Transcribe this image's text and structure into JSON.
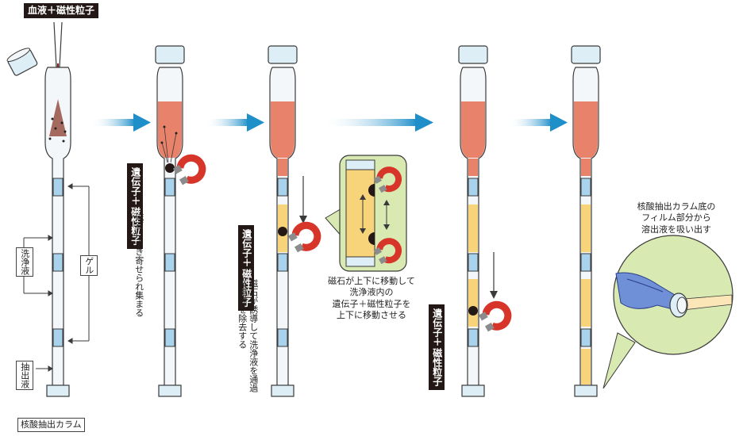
{
  "labels": {
    "title_top": "血液＋磁性粒子",
    "column_name": "核酸抽出カラム",
    "wash": "洗浄液",
    "gel": "ゲル",
    "elution": "抽出液",
    "tag_col1": "遺伝子＋",
    "tag_col2": "磁性粒子",
    "step2_caption": "磁石に引き寄せられ集まる",
    "step3_caption_1": "磁石が誘導して洗浄液を通過",
    "step3_caption_2": "夾雑物を除去する",
    "zoom_caption_1": "磁石が上下に移動して",
    "zoom_caption_2": "洗浄液内の",
    "zoom_caption_3": "遺伝子＋磁性粒子を",
    "zoom_caption_4": "上下に移動させる",
    "step5_caption_1": "核酸抽出カラム底の",
    "step5_caption_2": "フィルム部分から",
    "step5_caption_3": "溶出液を吸い出す"
  },
  "colors": {
    "column_outline": "#3a3a3a",
    "cap_fill": "#ddeef7",
    "gel_fill": "#a9d3ec",
    "blood": "#e9826a",
    "wash_fill": "#f7d37a",
    "arrow_blue": "#1f8fc9",
    "magnet_red": "#d8352a",
    "zoom_green": "#d8eab2",
    "tag_bg": "#231815"
  }
}
